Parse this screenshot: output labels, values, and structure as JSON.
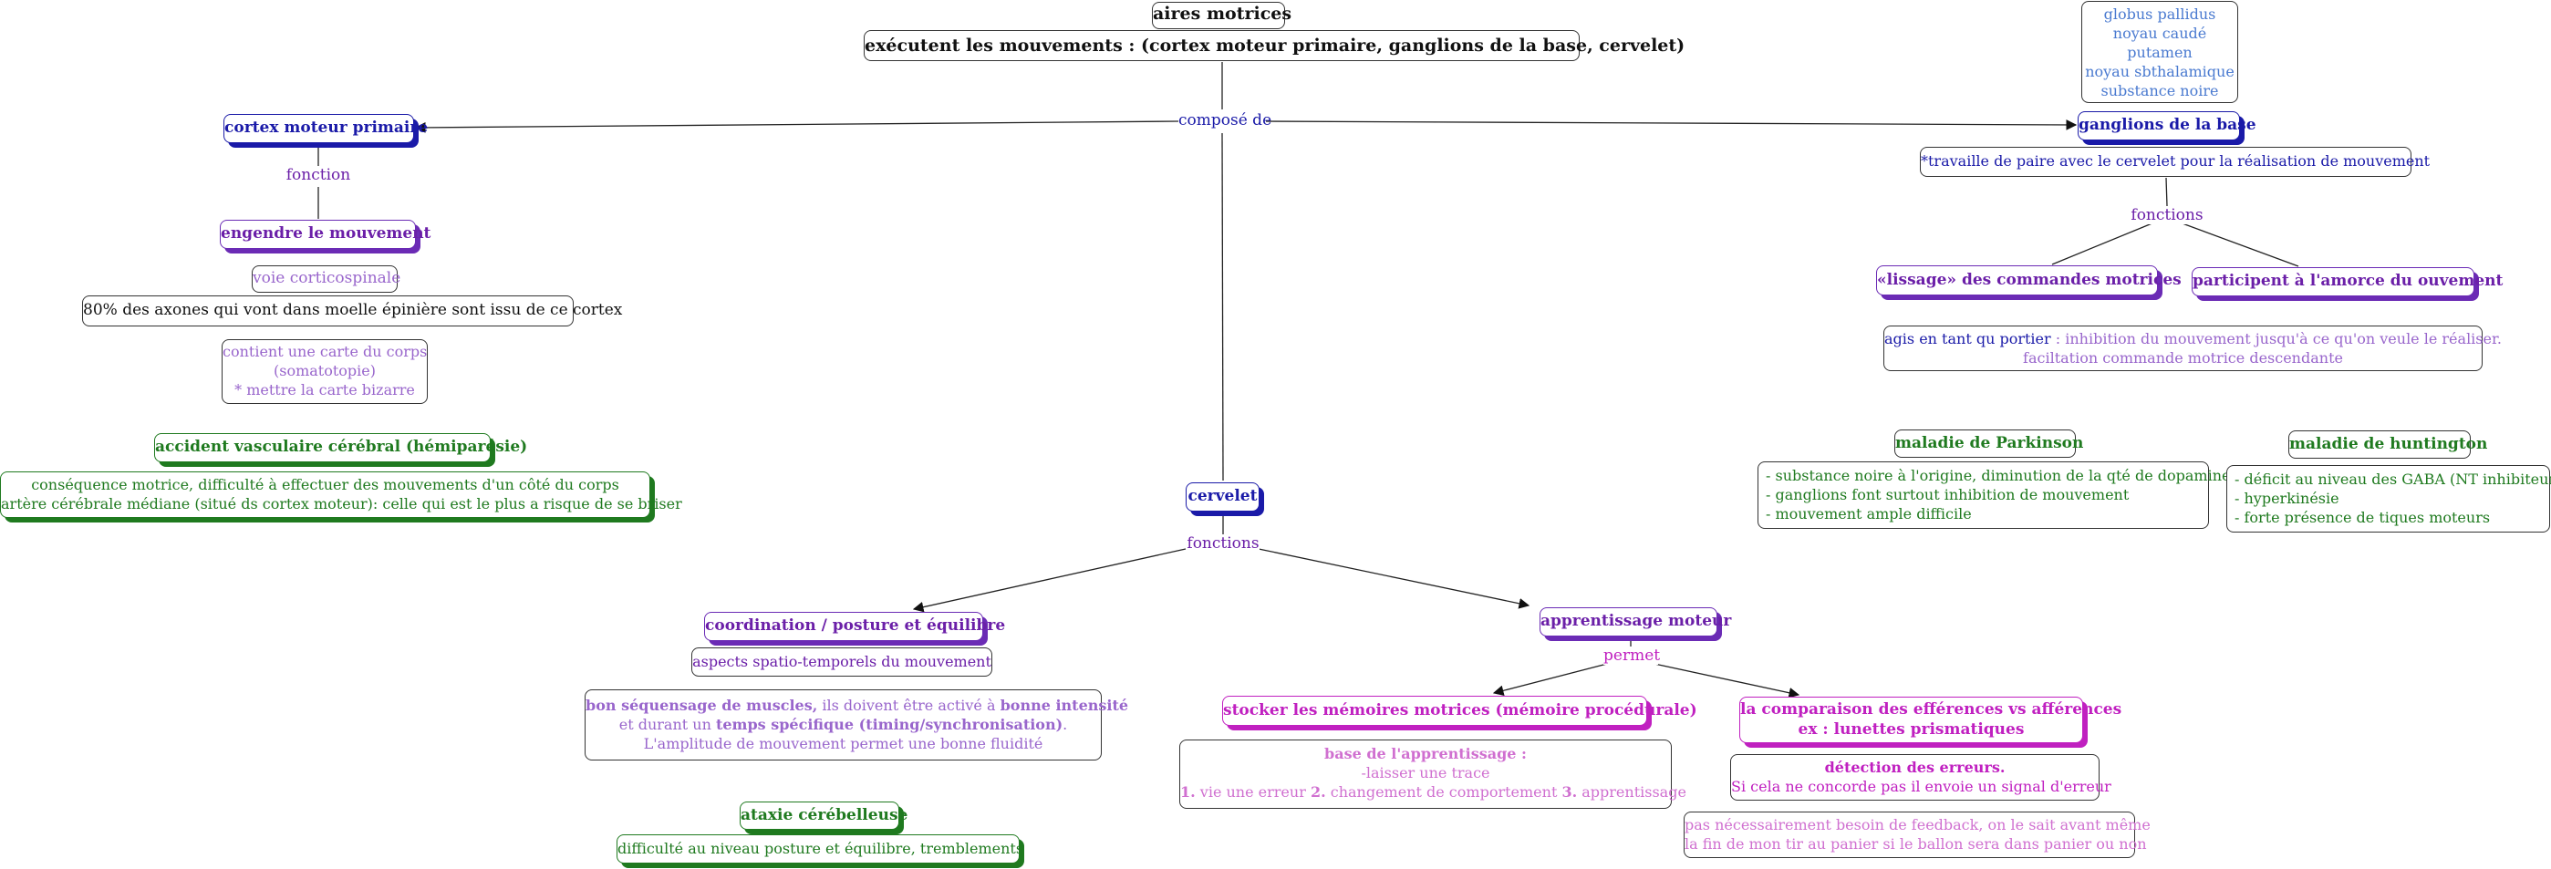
{
  "root": {
    "title": "aires motrices",
    "subtitle": "exécutent les mouvements : (cortex moteur primaire, ganglions de la base, cervelet)"
  },
  "link_labels": {
    "compose": "composé de",
    "fonction": "fonction",
    "fonctions_gb": "fonctions",
    "fonctions_cerv": "fonctions",
    "permet": "permet"
  },
  "cortex": {
    "title": "cortex moteur primaire",
    "engendre": "engendre le mouvement",
    "voie": "voie corticospinale",
    "axones": "80% des axones qui vont dans moelle épinière sont issu de ce cortex",
    "carte": [
      "contient une carte du corps",
      "(somatotopie)",
      "* mettre la carte bizarre"
    ],
    "avc_title": "accident vasculaire cérébral (hémiparésie)",
    "avc_text": [
      "conséquence motrice, difficulté à effectuer des mouvements d'un côté du corps",
      "artère cérébrale médiane (situé ds cortex moteur): celle qui est le plus a risque de se briser"
    ]
  },
  "ganglions": {
    "structures": [
      "globus pallidus",
      "noyau caudé",
      "putamen",
      "noyau sbthalamique",
      "substance noire"
    ],
    "title": "ganglions de la base",
    "travail": "*travaille de paire avec le cervelet pour la réalisation de mouvement",
    "lissage": "«lissage» des commandes motrices",
    "amorce": "participent à l'amorce du ouvement",
    "portier_a": "agis en tant qu portier",
    "portier_b": " : inhibition du mouvement jusqu'à ce qu'on veule le réaliser.",
    "portier_c": "faciltation commande motrice descendante",
    "parkinson_title": "maladie de Parkinson",
    "parkinson": [
      "- substance noire à l'origine, diminution de la qté de dopamine",
      "- ganglions font surtout inhibition de mouvement",
      "- mouvement ample difficile"
    ],
    "huntington_title": "maladie de huntington",
    "huntington": [
      "- déficit au niveau des GABA (NT inhibiteur)",
      "- hyperkinésie",
      "- forte présence de tiques moteurs"
    ]
  },
  "cervelet": {
    "title": "cervelet",
    "coord": "coordination / posture et équilibre",
    "aspects": "aspects spatio-temporels du mouvement",
    "seq_1": "bon séquensage de muscles,",
    "seq_2": " ils doivent être activé à ",
    "seq_3": "bonne intensité",
    "seq_4": "et durant un ",
    "seq_5": "temps spécifique (timing/synchronisation)",
    "seq_6": ".",
    "seq_7": "L'amplitude de mouvement permet une bonne fluidité",
    "ataxie": "ataxie cérébelleuse",
    "ataxie_text": "difficulté au niveau posture et équilibre, tremblements",
    "apprent": "apprentissage moteur",
    "stocker": "stocker les mémoires motrices (mémoire procédurale)",
    "base_1": "base de l'apprentissage :",
    "base_2": "-laisser une trace",
    "base_n1": "1.",
    "base_t1": " vie une erreur  ",
    "base_n2": "2.",
    "base_t2": " changement de comportement  ",
    "base_n3": "3.",
    "base_t3": " apprentissage",
    "comparaison": [
      "la comparaison des efférences vs afférences",
      "ex : lunettes prismatiques"
    ],
    "detection_1": "détection des erreurs.",
    "detection_2": "Si cela ne concorde pas il envoie un signal d'erreur",
    "feedback": [
      "pas nécessairement besoin de feedback, on le sait avant même",
      "la fin de mon tir au panier si le ballon sera dans panier ou non"
    ]
  }
}
